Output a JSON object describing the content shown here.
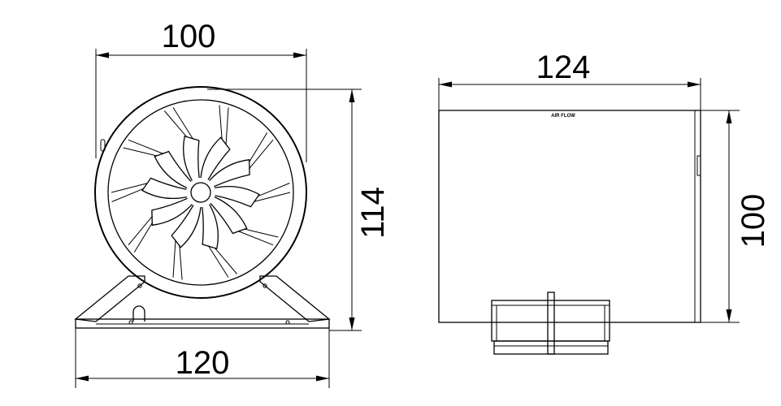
{
  "front_view": {
    "width_top": "100",
    "height": "114",
    "width_base": "120"
  },
  "side_view": {
    "length": "124",
    "height": "100",
    "label": "AIR FLOW"
  }
}
